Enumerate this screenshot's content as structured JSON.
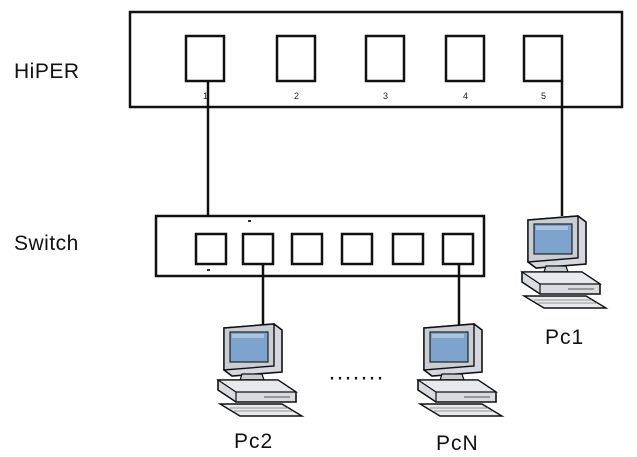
{
  "device_labels": {
    "router": "HiPER",
    "switch": "Switch"
  },
  "router_ports": [
    "1",
    "2",
    "3",
    "4",
    "5"
  ],
  "pc_labels": {
    "pc1": "Pc1",
    "pc2": "Pc2",
    "pcn": "PcN"
  },
  "ellipsis": "·······",
  "icons": {
    "computer": "desktop-computer-icon"
  },
  "colors": {
    "outline": "#111111",
    "monitor_body": "#c9cdd4",
    "monitor_screen": "#6f97c4",
    "case_body": "#d8dbe0"
  }
}
